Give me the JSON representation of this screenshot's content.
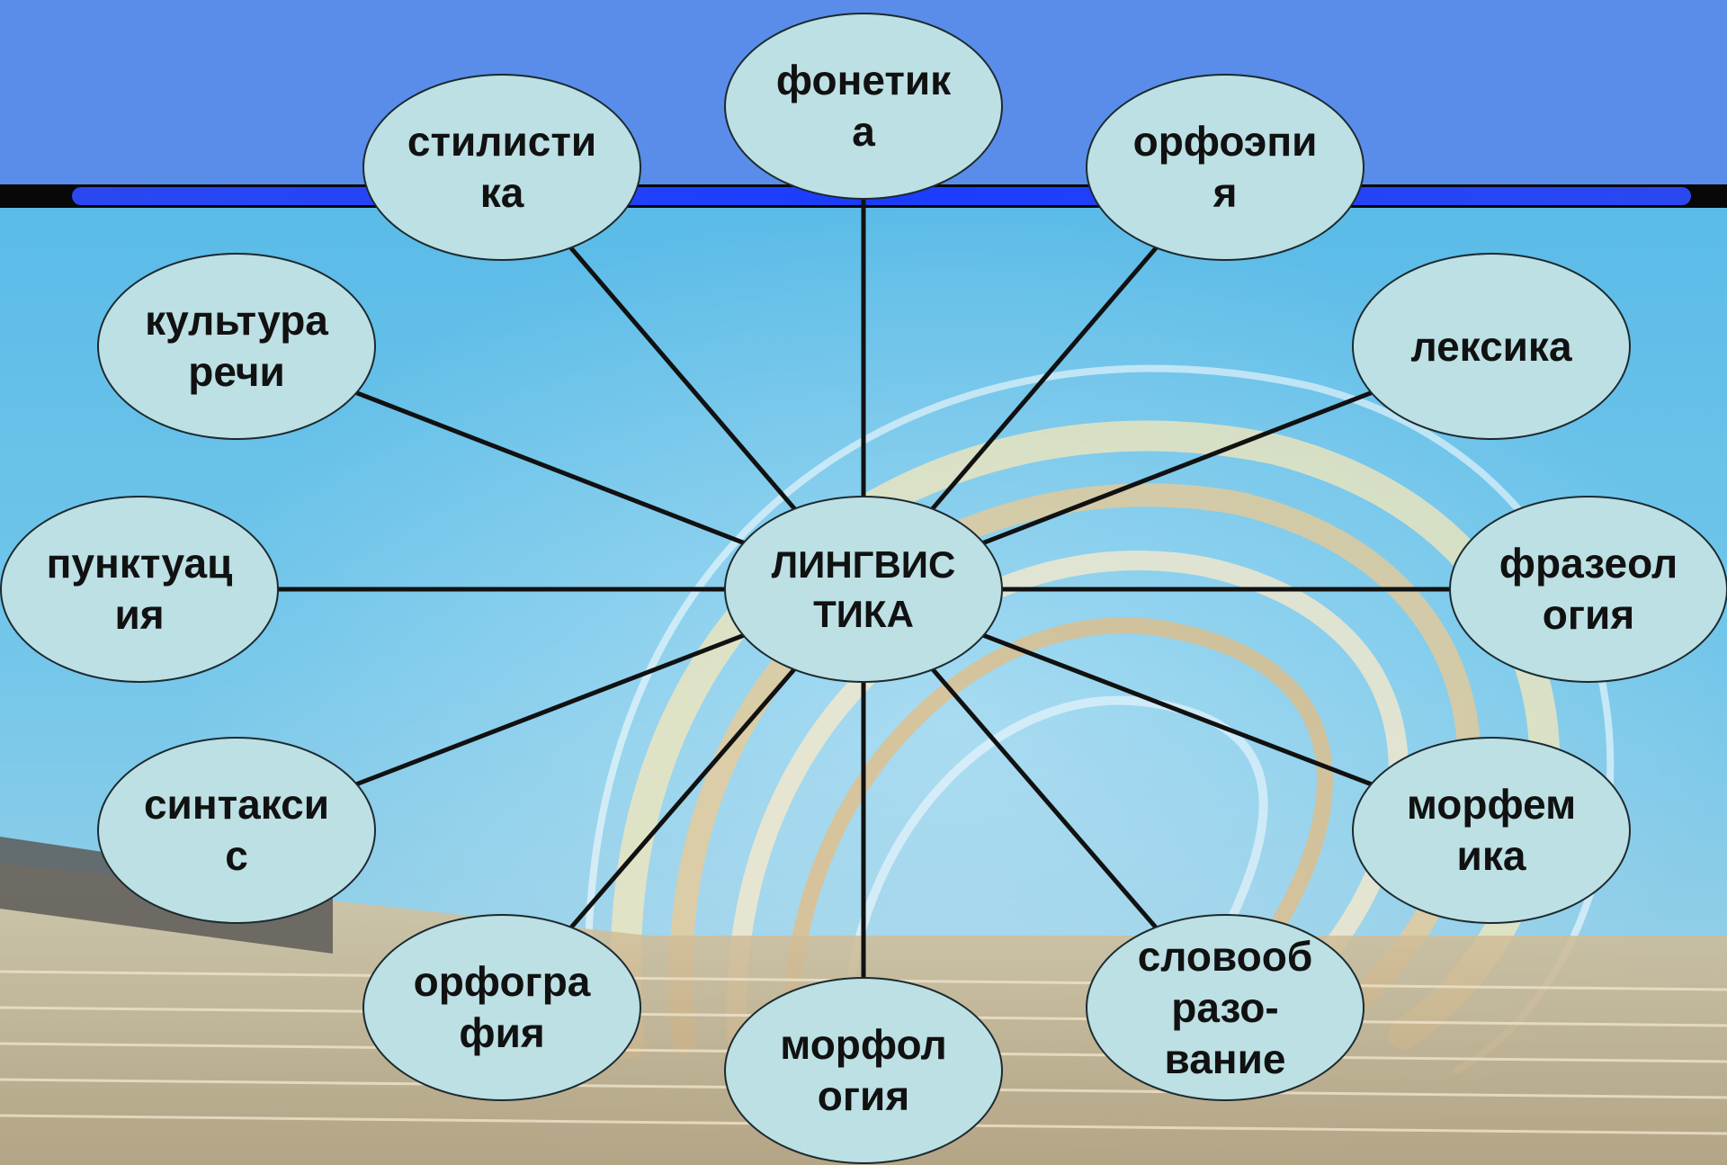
{
  "diagram": {
    "center": {
      "id": "center",
      "label": "ЛИНГВИС\nТИКА"
    },
    "nodes": [
      {
        "id": "phonetics",
        "label": "фонетик\nа"
      },
      {
        "id": "orthoepy",
        "label": "орфоэпи\nя"
      },
      {
        "id": "lexicology",
        "label": "лексика"
      },
      {
        "id": "phraseology",
        "label": "фразеол\nогия"
      },
      {
        "id": "morphemics",
        "label": "морфем\nика"
      },
      {
        "id": "word-formation",
        "label": "словооб\nразо-\nвание"
      },
      {
        "id": "morphology",
        "label": "морфол\nогия"
      },
      {
        "id": "orthography",
        "label": "орфогра\nфия"
      },
      {
        "id": "syntax",
        "label": "синтакси\nс"
      },
      {
        "id": "punctuation",
        "label": "пунктуац\nия"
      },
      {
        "id": "speech-culture",
        "label": "культура\nречи"
      },
      {
        "id": "stylistics",
        "label": "стилисти\nка"
      }
    ]
  },
  "colors": {
    "node_fill": "#bce0e3",
    "node_border": "#1d2a30",
    "connector": "#111111",
    "header_band": "#5a8de9",
    "background_sky": "#5dbde6"
  }
}
